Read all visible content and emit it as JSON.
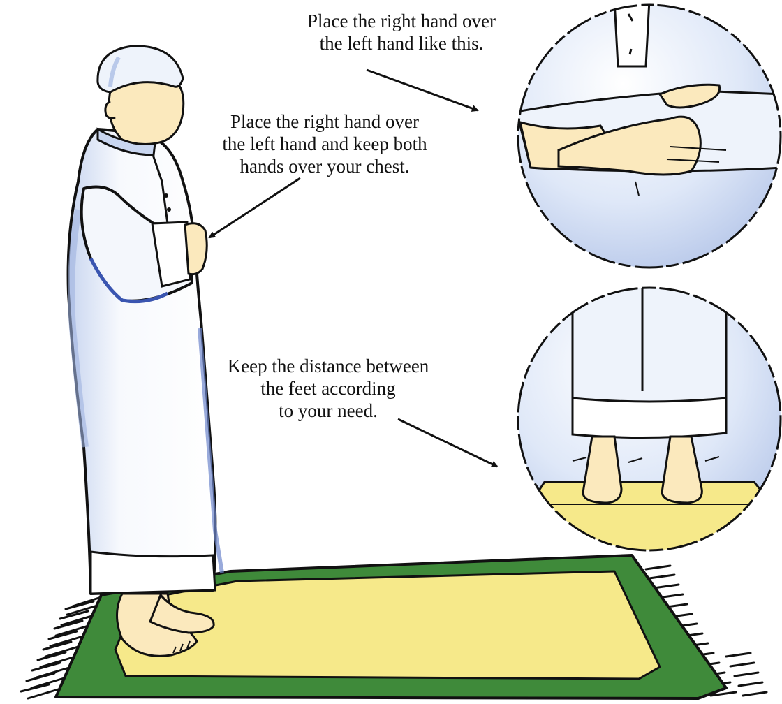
{
  "captions": {
    "hands_detail": {
      "lines": [
        "Place the right hand over",
        "the left hand like this."
      ]
    },
    "hands_chest": {
      "lines": [
        "Place the right hand over",
        "the left hand and keep both",
        "hands over your chest."
      ]
    },
    "feet": {
      "lines": [
        "Keep the distance between",
        "the feet according",
        "to your need."
      ]
    }
  },
  "colors": {
    "robe": "#f4f7fc",
    "robe_shade": "#b9c9ea",
    "robe_deep_shade": "#3a55b0",
    "skin": "#fbe9bd",
    "mat_border": "#3f8a3a",
    "mat_center": "#f6e98a",
    "circle_bg": "#dfe8f8",
    "ink": "#111111"
  },
  "icons": [
    "standing-figure",
    "prayer-mat",
    "hands-closeup-circle",
    "feet-closeup-circle",
    "arrow-icon"
  ]
}
